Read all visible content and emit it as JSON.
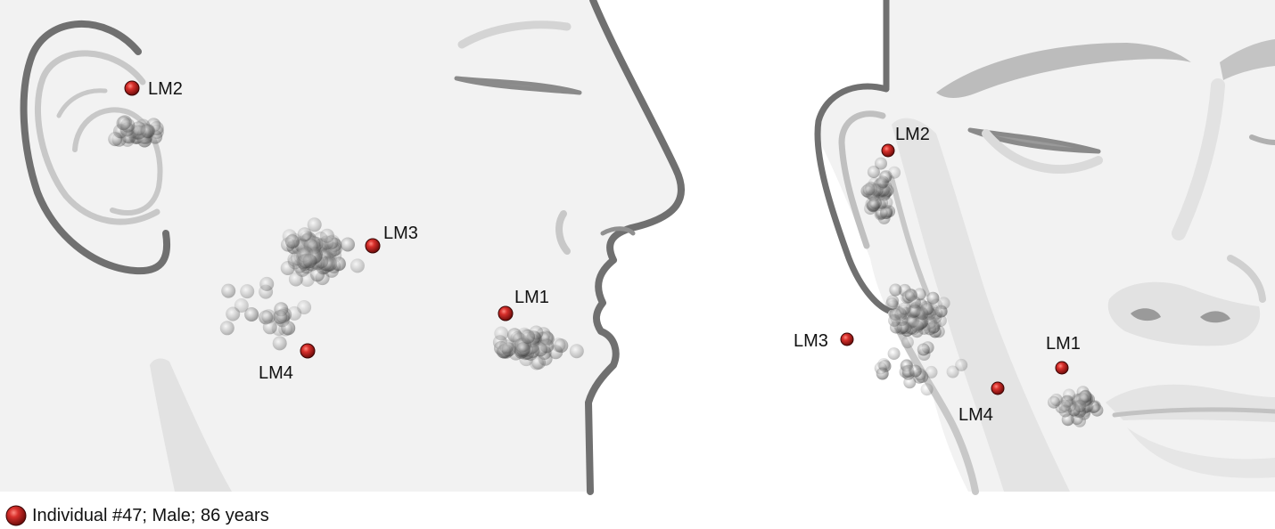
{
  "panels": [
    {
      "id": "left",
      "landmarks": [
        {
          "id": "LM1",
          "label": "LM1"
        },
        {
          "id": "LM2",
          "label": "LM2"
        },
        {
          "id": "LM3",
          "label": "LM3"
        },
        {
          "id": "LM4",
          "label": "LM4"
        }
      ]
    },
    {
      "id": "right",
      "landmarks": [
        {
          "id": "LM1",
          "label": "LM1"
        },
        {
          "id": "LM2",
          "label": "LM2"
        },
        {
          "id": "LM3",
          "label": "LM3"
        },
        {
          "id": "LM4",
          "label": "LM4"
        }
      ]
    }
  ],
  "legend": {
    "marker_icon": "red-sphere-icon",
    "text": "Individual #47; Male; 86 years"
  },
  "colors": {
    "face_fill": "#f2f2f2",
    "outline": "#707070",
    "detail": "#c8c8c8",
    "cluster_point": "#505050",
    "individual_marker": "#c0211f"
  }
}
